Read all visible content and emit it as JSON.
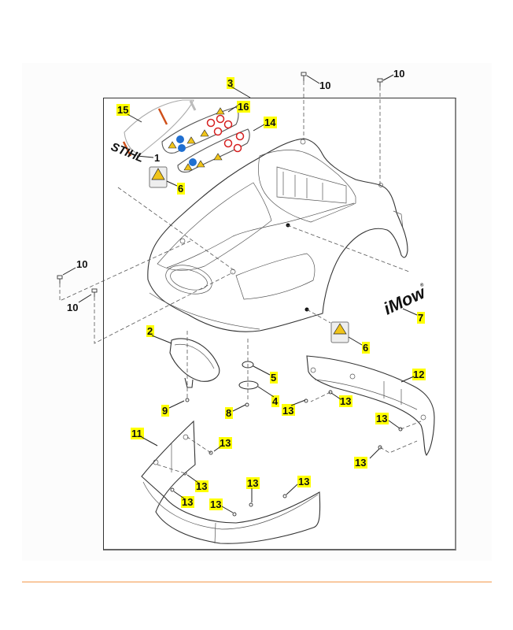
{
  "diagram": {
    "title": "Exploded parts view - housing / shell",
    "brand_text": "STIHL",
    "logo_text": "iMow",
    "logo_mark": "®",
    "colors": {
      "label_highlight": "#ffff00",
      "divider": "#f9c9a0",
      "warning_yellow": "#f0c419",
      "info_blue": "#1f6fd1",
      "prohibit_red": "#d62020",
      "stripe_orange": "#d0501a"
    },
    "callouts": [
      {
        "id": "c1",
        "number": "1",
        "highlighted": false
      },
      {
        "id": "c2",
        "number": "2",
        "highlighted": true
      },
      {
        "id": "c3",
        "number": "3",
        "highlighted": true
      },
      {
        "id": "c4",
        "number": "4",
        "highlighted": true
      },
      {
        "id": "c5",
        "number": "5",
        "highlighted": true
      },
      {
        "id": "c6a",
        "number": "6",
        "highlighted": true
      },
      {
        "id": "c6b",
        "number": "6",
        "highlighted": true
      },
      {
        "id": "c7",
        "number": "7",
        "highlighted": true
      },
      {
        "id": "c8",
        "number": "8",
        "highlighted": true
      },
      {
        "id": "c9",
        "number": "9",
        "highlighted": true
      },
      {
        "id": "c10a",
        "number": "10",
        "highlighted": false
      },
      {
        "id": "c10b",
        "number": "10",
        "highlighted": false
      },
      {
        "id": "c10c",
        "number": "10",
        "highlighted": false
      },
      {
        "id": "c10d",
        "number": "10",
        "highlighted": false
      },
      {
        "id": "c11",
        "number": "11",
        "highlighted": true
      },
      {
        "id": "c12",
        "number": "12",
        "highlighted": true
      },
      {
        "id": "c13a",
        "number": "13",
        "highlighted": true
      },
      {
        "id": "c13b",
        "number": "13",
        "highlighted": true
      },
      {
        "id": "c13c",
        "number": "13",
        "highlighted": true
      },
      {
        "id": "c13d",
        "number": "13",
        "highlighted": true
      },
      {
        "id": "c13e",
        "number": "13",
        "highlighted": true
      },
      {
        "id": "c13f",
        "number": "13",
        "highlighted": true
      },
      {
        "id": "c13g",
        "number": "13",
        "highlighted": true
      },
      {
        "id": "c13h",
        "number": "13",
        "highlighted": true
      },
      {
        "id": "c13i",
        "number": "13",
        "highlighted": true
      },
      {
        "id": "c14",
        "number": "14",
        "highlighted": true
      },
      {
        "id": "c15",
        "number": "15",
        "highlighted": true
      },
      {
        "id": "c16",
        "number": "16",
        "highlighted": true
      }
    ]
  }
}
